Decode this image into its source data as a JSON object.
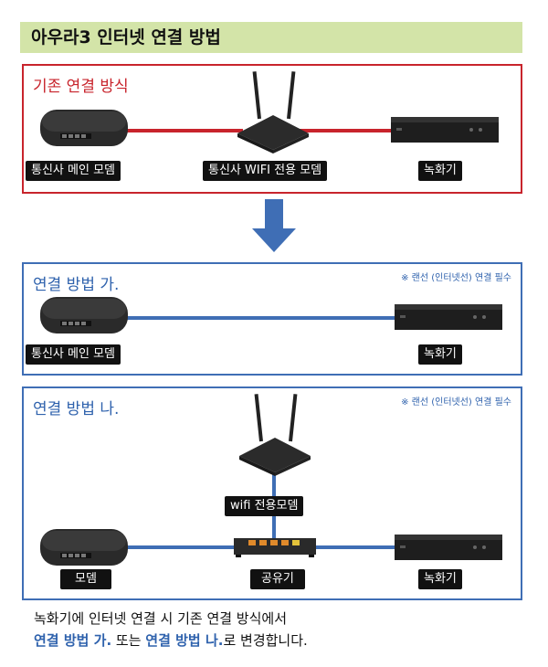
{
  "title": "아우라3 인터넷 연결 방법",
  "legacy": {
    "title": "기존 연결 방식",
    "labels": {
      "modem": "통신사 메인 모뎀",
      "wifi_modem": "통신사 WIFI 전용 모뎀",
      "recorder": "녹화기"
    }
  },
  "method_a": {
    "title": "연결 방법 가.",
    "note": "※ 랜선 (인터넷선) 연결 필수",
    "labels": {
      "modem": "통신사 메인 모뎀",
      "recorder": "녹화기"
    }
  },
  "method_b": {
    "title": "연결 방법 나.",
    "note": "※ 랜선 (인터넷선) 연결 필수",
    "labels": {
      "wifi_modem": "wifi 전용모뎀",
      "modem": "모뎀",
      "router": "공유기",
      "recorder": "녹화기"
    }
  },
  "footer": {
    "line1": "녹화기에 인터넷 연결 시 기존 연결 방식에서",
    "method_a": "연결 방법 가.",
    "mid1": " 또는 ",
    "method_b": "연결 방법 나.",
    "end": "로 변경합니다."
  },
  "colors": {
    "red": "#c8242c",
    "blue": "#3f6eb5",
    "title_bg": "#d3e4a8",
    "arrow": "#3f6eb5"
  }
}
